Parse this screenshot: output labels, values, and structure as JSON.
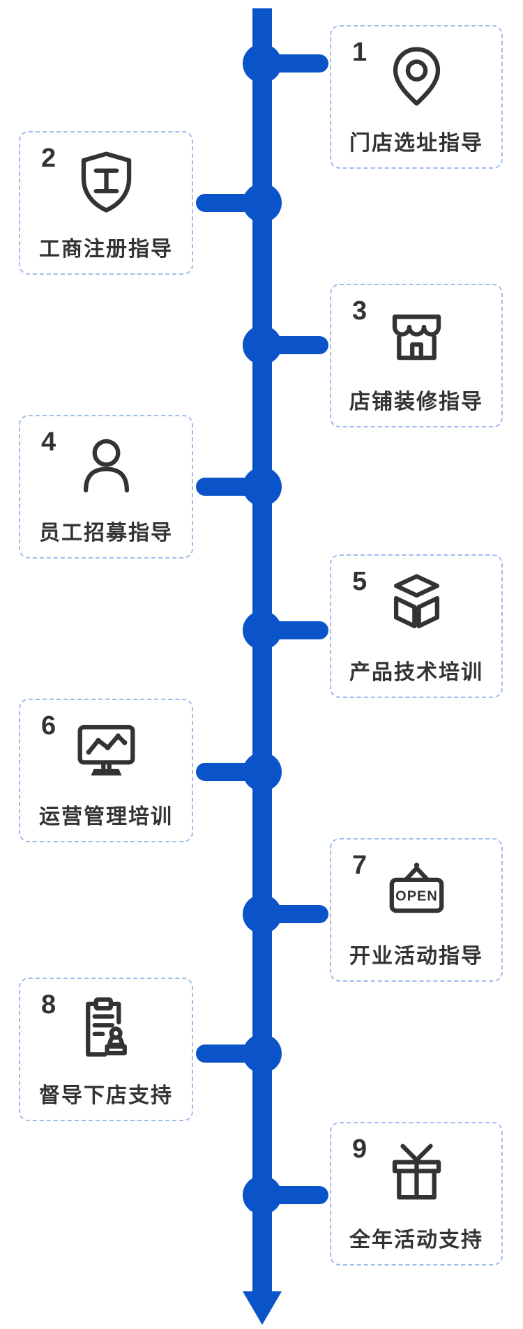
{
  "page": {
    "background": "#ffffff"
  },
  "colors": {
    "blue": "#0a53c8",
    "dark": "#333333",
    "border": "#9fbcec"
  },
  "timeline": {
    "direction": "down",
    "step_count": 9
  },
  "steps": [
    {
      "num": "1",
      "label": "门店选址指导",
      "icon": "location-pin-icon",
      "side": "right"
    },
    {
      "num": "2",
      "label": "工商注册指导",
      "icon": "shield-icon",
      "side": "left",
      "glyph": "工"
    },
    {
      "num": "3",
      "label": "店铺装修指导",
      "icon": "storefront-icon",
      "side": "right"
    },
    {
      "num": "4",
      "label": "员工招募指导",
      "icon": "person-icon",
      "side": "left"
    },
    {
      "num": "5",
      "label": "产品技术培训",
      "icon": "cube-icon",
      "side": "right"
    },
    {
      "num": "6",
      "label": "运营管理培训",
      "icon": "monitor-chart-icon",
      "side": "left"
    },
    {
      "num": "7",
      "label": "开业活动指导",
      "icon": "open-sign-icon",
      "side": "right",
      "sign_text": "OPEN"
    },
    {
      "num": "8",
      "label": "督导下店支持",
      "icon": "clipboard-stamp-icon",
      "side": "left"
    },
    {
      "num": "9",
      "label": "全年活动支持",
      "icon": "gift-icon",
      "side": "right"
    }
  ]
}
